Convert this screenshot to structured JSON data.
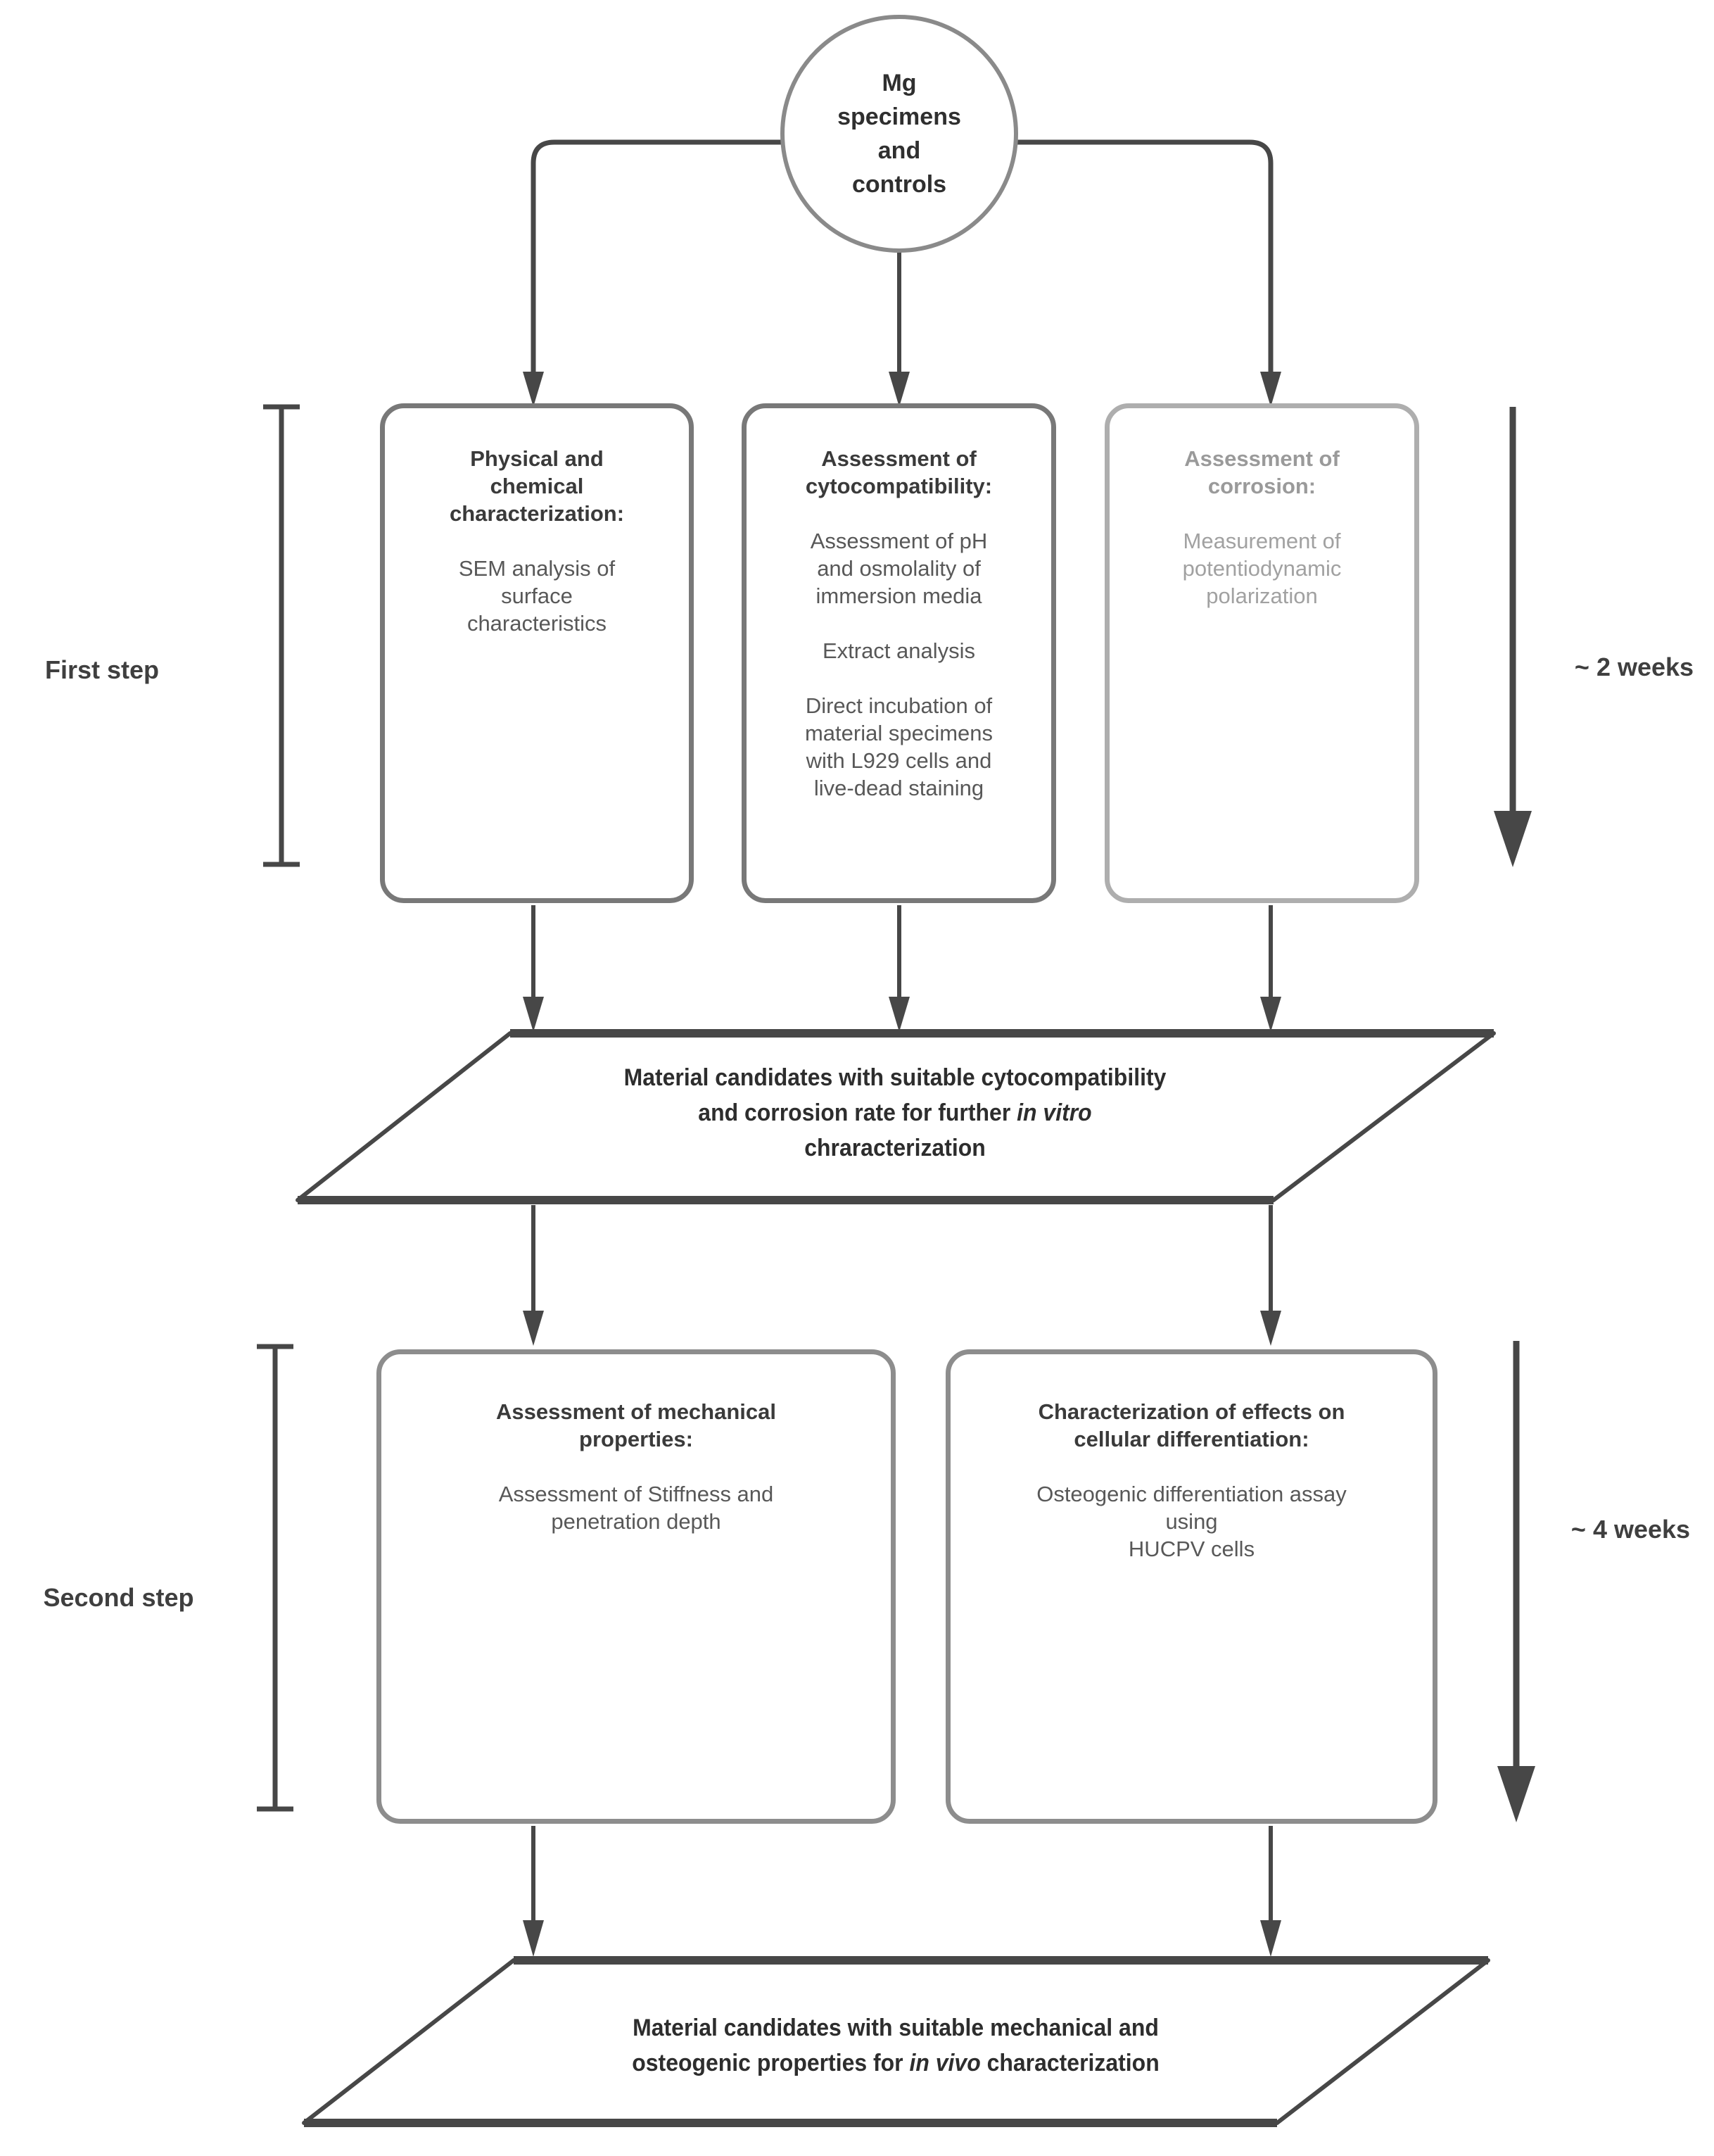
{
  "diagram": {
    "root": {
      "label": "Mg\nspecimens\nand\ncontrols"
    },
    "step1": {
      "label": "First step",
      "duration": "~ 2 weeks",
      "boxes": [
        {
          "title": "Physical and\nchemical\ncharacterization:",
          "body": "SEM analysis of\nsurface\ncharacteristics"
        },
        {
          "title": "Assessment of\ncytocompatibility:",
          "items": [
            "Assessment of pH\nand osmolality of\nimmersion media",
            "Extract analysis",
            "Direct incubation of\nmaterial specimens\nwith L929 cells and\nlive-dead staining"
          ]
        },
        {
          "title": "Assessment of\ncorrosion:",
          "body": "Measurement of\npotentiodynamic\npolarization"
        }
      ],
      "outcome": {
        "line1": "Material candidates with suitable cytocompatibility",
        "line2_pre": "and corrosion rate for further ",
        "line2_italic": "in vitro",
        "line3": "chraracterization"
      }
    },
    "step2": {
      "label": "Second step",
      "duration": "~ 4 weeks",
      "boxes": [
        {
          "title": "Assessment of mechanical\nproperties:",
          "body": "Assessment of Stiffness and\npenetration depth"
        },
        {
          "title": "Characterization of effects on\ncellular differentiation:",
          "body": "Osteogenic differentiation assay\nusing\nHUCPV cells"
        }
      ],
      "outcome": {
        "line1": "Material candidates with suitable mechanical and",
        "line2_pre": "osteogenic properties for ",
        "line2_italic": "in vivo",
        "line2_post": " characterization"
      }
    },
    "colors": {
      "stroke_dark": "#474747",
      "box_border_primary": "#787878",
      "box_border_muted": "#aeaeae",
      "box_border_secondary": "#8d8d8d",
      "circle_border": "#8a8a8a",
      "text_dark": "#3a3a3a",
      "text_body": "#585858",
      "text_muted": "#9a9a9a"
    }
  }
}
